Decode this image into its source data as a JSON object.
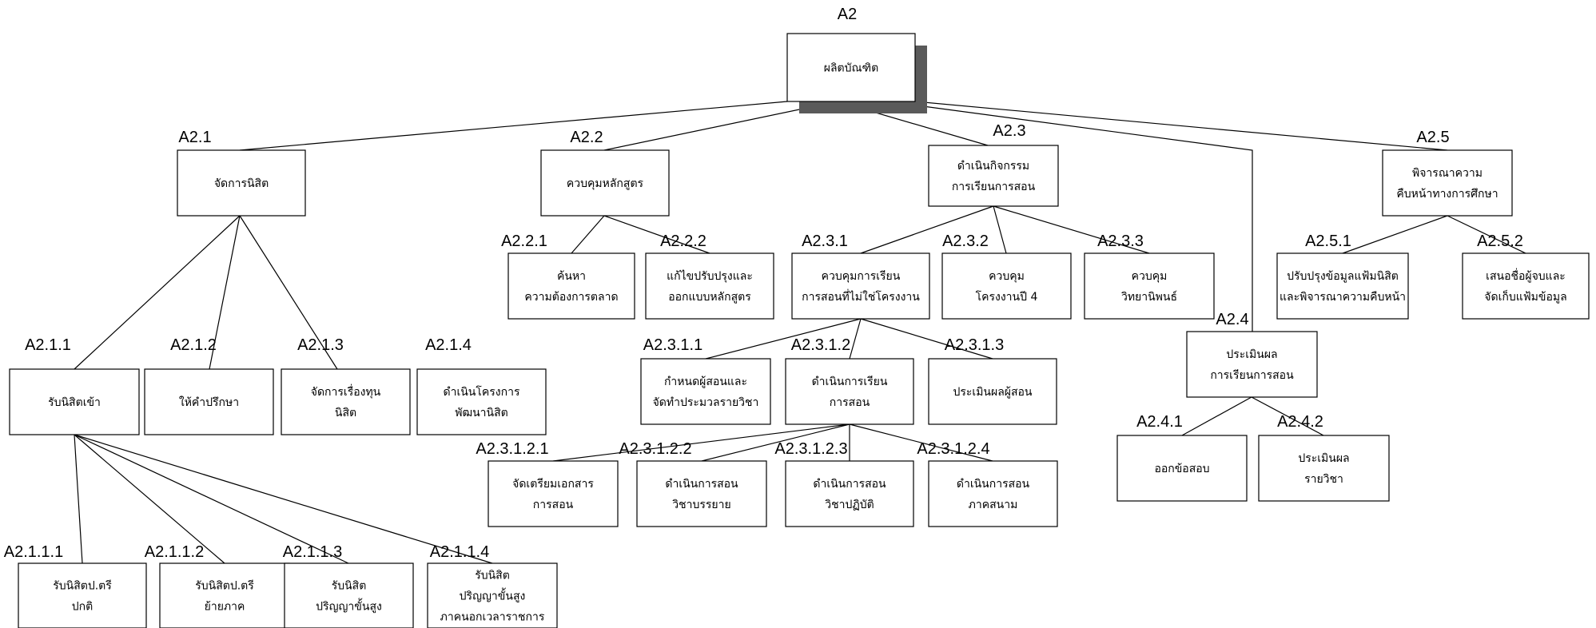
{
  "diagram": {
    "nodes": [
      {
        "code": "A2",
        "lines": [
          "ผลิตบัณฑิต"
        ]
      },
      {
        "code": "A2.1",
        "lines": [
          "จัดการนิสิต"
        ]
      },
      {
        "code": "A2.2",
        "lines": [
          "ควบคุมหลักสูตร"
        ]
      },
      {
        "code": "A2.3",
        "lines": [
          "ดำเนินกิจกรรม",
          "การเรียนการสอน"
        ]
      },
      {
        "code": "A2.5",
        "lines": [
          "พิจารณาความ",
          "คืบหน้าทางการศึกษา"
        ]
      },
      {
        "code": "A2.2.1",
        "lines": [
          "ค้นหา",
          "ความต้องการตลาด"
        ]
      },
      {
        "code": "A2.2.2",
        "lines": [
          "แก้ไขปรับปรุงและ",
          "ออกแบบหลักสูตร"
        ]
      },
      {
        "code": "A2.3.1",
        "lines": [
          "ควบคุมการเรียน",
          "การสอนที่ไม่ใช่โครงงาน"
        ]
      },
      {
        "code": "A2.3.2",
        "lines": [
          "ควบคุม",
          "โครงงานปี 4"
        ]
      },
      {
        "code": "A2.3.3",
        "lines": [
          "ควบคุม",
          "วิทยานิพนธ์"
        ]
      },
      {
        "code": "A2.5.1",
        "lines": [
          "ปรับปรุงข้อมูลแฟ้มนิสิต",
          "และพิจารณาความคืบหน้า"
        ]
      },
      {
        "code": "A2.5.2",
        "lines": [
          "เสนอชื่อผู้จบและ",
          "จัดเก็บแฟ้มข้อมูล"
        ]
      },
      {
        "code": "A2.4",
        "lines": [
          "ประเมินผล",
          "การเรียนการสอน"
        ]
      },
      {
        "code": "A2.1.1",
        "lines": [
          "รับนิสิตเข้า"
        ]
      },
      {
        "code": "A2.1.2",
        "lines": [
          "ให้คำปรึกษา"
        ]
      },
      {
        "code": "A2.1.3",
        "lines": [
          "จัดการเรื่องทุน",
          "นิสิต"
        ]
      },
      {
        "code": "A2.1.4",
        "lines": [
          "ดำเนินโครงการ",
          "พัฒนานิสิต"
        ]
      },
      {
        "code": "A2.3.1.1",
        "lines": [
          "กำหนดผู้สอนและ",
          "จัดทำประมวลรายวิชา"
        ]
      },
      {
        "code": "A2.3.1.2",
        "lines": [
          "ดำเนินการเรียน",
          "การสอน"
        ]
      },
      {
        "code": "A2.3.1.3",
        "lines": [
          "ประเมินผลผู้สอน"
        ]
      },
      {
        "code": "A2.4.1",
        "lines": [
          "ออกข้อสอบ"
        ]
      },
      {
        "code": "A2.4.2",
        "lines": [
          "ประเมินผล",
          "รายวิชา"
        ]
      },
      {
        "code": "A2.3.1.2.1",
        "lines": [
          "จัดเตรียมเอกสาร",
          "การสอน"
        ]
      },
      {
        "code": "A2.3.1.2.2",
        "lines": [
          "ดำเนินการสอน",
          "วิชาบรรยาย"
        ]
      },
      {
        "code": "A2.3.1.2.3",
        "lines": [
          "ดำเนินการสอน",
          "วิชาปฏิบัติ"
        ]
      },
      {
        "code": "A2.3.1.2.4",
        "lines": [
          "ดำเนินการสอน",
          "ภาคสนาม"
        ]
      },
      {
        "code": "A2.1.1.1",
        "lines": [
          "รับนิสิตป.ตรี",
          "ปกติ"
        ]
      },
      {
        "code": "A2.1.1.2",
        "lines": [
          "รับนิสิตป.ตรี",
          "ย้ายภาค"
        ]
      },
      {
        "code": "A2.1.1.3",
        "lines": [
          "รับนิสิต",
          "ปริญญาขั้นสูง"
        ]
      },
      {
        "code": "A2.1.1.4",
        "lines": [
          "รับนิสิต",
          "ปริญญาขั้นสูง",
          "ภาคนอกเวลาราชการ"
        ]
      }
    ],
    "edges": [
      [
        "A2",
        "A2.1"
      ],
      [
        "A2",
        "A2.2"
      ],
      [
        "A2",
        "A2.3"
      ],
      [
        "A2",
        "A2.4"
      ],
      [
        "A2",
        "A2.5"
      ],
      [
        "A2.1",
        "A2.1.1"
      ],
      [
        "A2.1",
        "A2.1.2"
      ],
      [
        "A2.1",
        "A2.1.3"
      ],
      [
        "A2.2",
        "A2.2.1"
      ],
      [
        "A2.2",
        "A2.2.2"
      ],
      [
        "A2.3",
        "A2.3.1"
      ],
      [
        "A2.3",
        "A2.3.2"
      ],
      [
        "A2.3",
        "A2.3.3"
      ],
      [
        "A2.5",
        "A2.5.1"
      ],
      [
        "A2.5",
        "A2.5.2"
      ],
      [
        "A2.4",
        "A2.4.1"
      ],
      [
        "A2.4",
        "A2.4.2"
      ],
      [
        "A2.3.1",
        "A2.3.1.1"
      ],
      [
        "A2.3.1",
        "A2.3.1.2"
      ],
      [
        "A2.3.1",
        "A2.3.1.3"
      ],
      [
        "A2.3.1.2",
        "A2.3.1.2.1"
      ],
      [
        "A2.3.1.2",
        "A2.3.1.2.2"
      ],
      [
        "A2.3.1.2",
        "A2.3.1.2.3"
      ],
      [
        "A2.3.1.2",
        "A2.3.1.2.4"
      ],
      [
        "A2.1.1",
        "A2.1.1.1"
      ],
      [
        "A2.1.1",
        "A2.1.1.2"
      ],
      [
        "A2.1.1",
        "A2.1.1.3"
      ],
      [
        "A2.1.1",
        "A2.1.1.4"
      ]
    ]
  }
}
